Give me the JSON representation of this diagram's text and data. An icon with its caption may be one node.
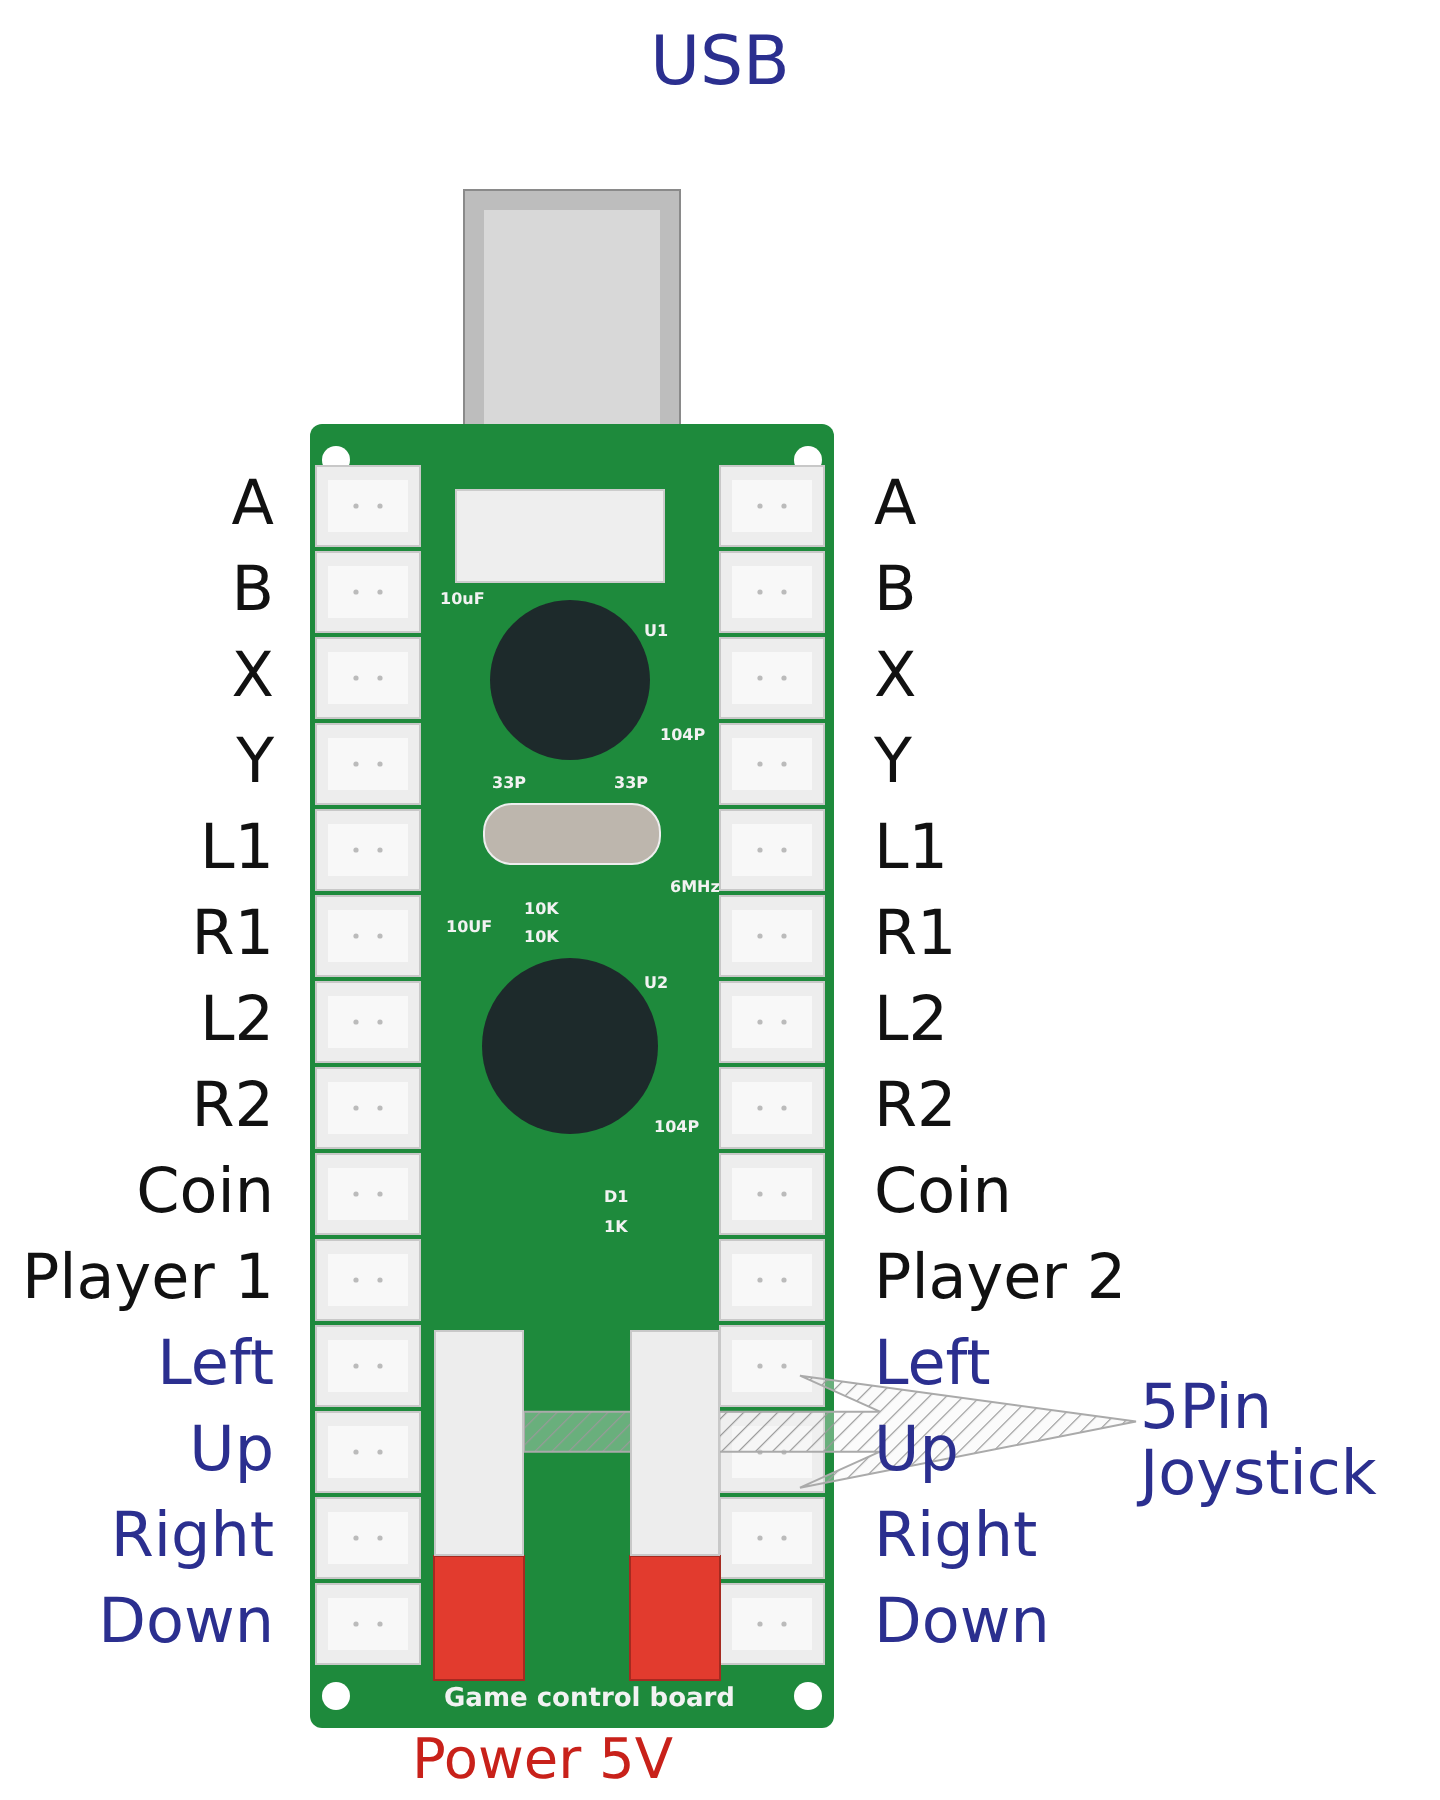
{
  "diagram": {
    "title": "USB",
    "nodes": [
      {
        "text": [
          "5Pin Joystick"
        ]
      },
      {
        "text": [],
        "shape": "box"
      },
      {
        "text": [],
        "shape": "box"
      }
    ],
    "edges": [
      {
        "from": 1,
        "to": 0,
        "arrow": "to"
      }
    ],
    "labels": [
      "A",
      "A",
      "B",
      "B",
      "X",
      "X",
      "Y",
      "Y",
      "L1",
      "L1",
      "R1",
      "R1",
      "L2",
      "L2",
      "R2",
      "R2",
      "Coin",
      "Coin",
      "Player 1",
      "Player 2",
      "Left",
      "Left",
      "Up",
      "Up",
      "Right",
      "Right",
      "Down",
      "Down",
      "10uF",
      "U1",
      "104P",
      "33P",
      "33P",
      "6MHz",
      "10K",
      "10K",
      "10UF",
      "U2",
      "104P",
      "D1",
      "1K",
      "Game control board",
      "Power 5V"
    ]
  }
}
